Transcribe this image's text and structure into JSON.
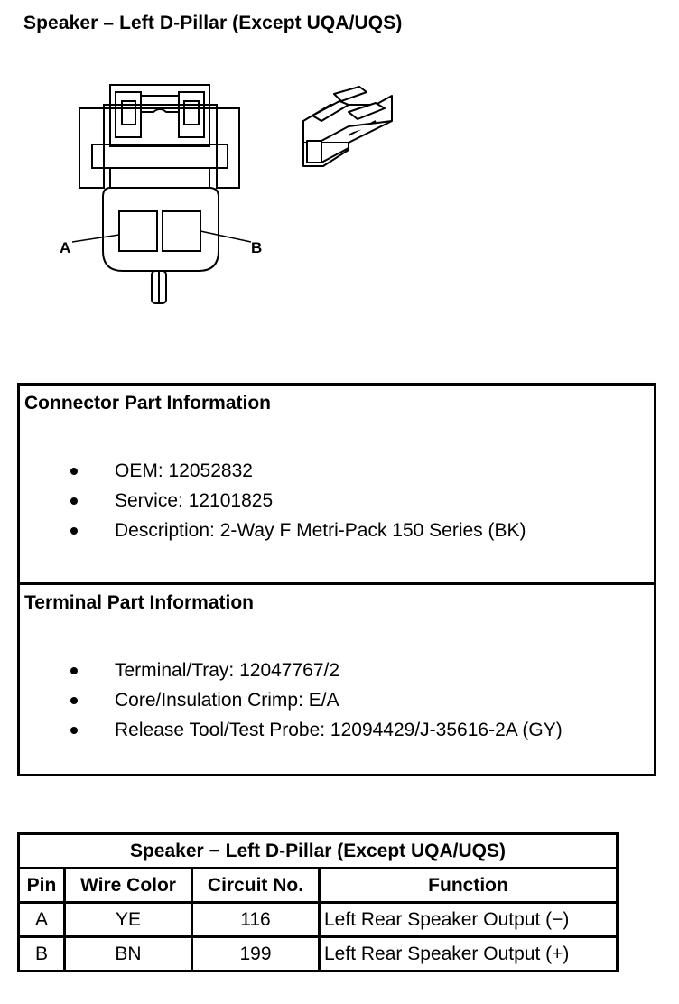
{
  "page": {
    "title": "Speaker – Left D-Pillar (Except UQA/UQS)"
  },
  "diagram": {
    "pin_labels": [
      "A",
      "B"
    ]
  },
  "connector_info": {
    "title": "Connector Part Information",
    "items": [
      "OEM: 12052832",
      "Service: 12101825",
      "Description: 2-Way F Metri-Pack 150 Series (BK)"
    ]
  },
  "terminal_info": {
    "title": "Terminal Part Information",
    "items": [
      "Terminal/Tray: 12047767/2",
      "Core/Insulation Crimp: E/A",
      "Release Tool/Test Probe: 12094429/J-35616-2A (GY)"
    ]
  },
  "pin_table": {
    "title": "Speaker − Left D-Pillar (Except UQA/UQS)",
    "headers": [
      "Pin",
      "Wire Color",
      "Circuit No.",
      "Function"
    ],
    "rows": [
      [
        "A",
        "YE",
        "116",
        "Left Rear Speaker Output (−)"
      ],
      [
        "B",
        "BN",
        "199",
        "Left Rear Speaker Output (+)"
      ]
    ]
  }
}
